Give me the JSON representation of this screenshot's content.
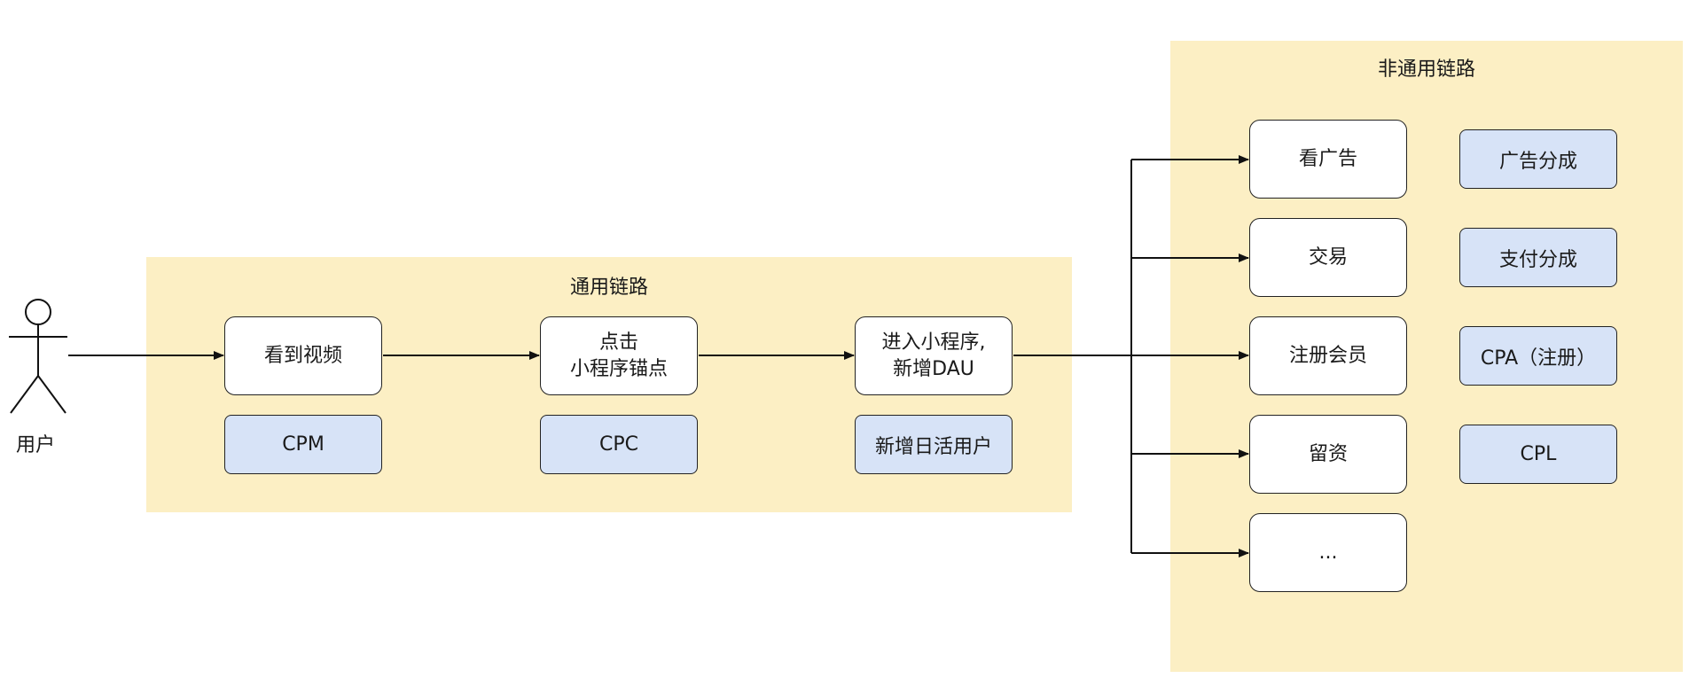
{
  "actor": {
    "label": "用户"
  },
  "general_chain": {
    "title": "通用链路",
    "steps": [
      {
        "label": "看到视频",
        "metric": "CPM"
      },
      {
        "label": "点击\n小程序锚点",
        "metric": "CPC"
      },
      {
        "label": "进入小程序,\n新增DAU",
        "metric": "新增日活用户"
      }
    ]
  },
  "special_chain": {
    "title": "非通用链路",
    "branches": [
      {
        "label": "看广告",
        "metric": "广告分成"
      },
      {
        "label": "交易",
        "metric": "支付分成"
      },
      {
        "label": "注册会员",
        "metric": "CPA（注册）"
      },
      {
        "label": "留资",
        "metric": "CPL"
      },
      {
        "label": "...",
        "metric": ""
      }
    ]
  },
  "colors": {
    "group_fill": "#fcefc4",
    "metric_fill": "#d7e3f7",
    "stroke": "#222222"
  }
}
